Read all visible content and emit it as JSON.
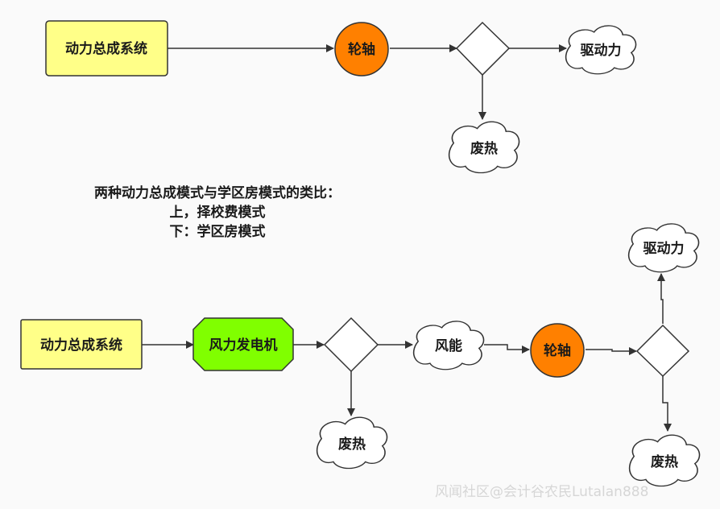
{
  "diagram": {
    "top": {
      "source": "动力总成系统",
      "axle": "轮轴",
      "output": "驱动力",
      "loss": "废热"
    },
    "note": {
      "line1": "两种动力总成模式与学区房模式的类比：",
      "line2": "上，择校费模式",
      "line3": "下：学区房模式"
    },
    "bottom": {
      "source": "动力总成系统",
      "generator": "风力发电机",
      "wind": "风能",
      "axle": "轮轴",
      "output": "驱动力",
      "loss1": "废热",
      "loss2": "废热"
    },
    "colors": {
      "source_fill": "#ffff88",
      "axle_fill": "#ff8000",
      "generator_fill": "#80ff00",
      "line": "#333333"
    }
  },
  "watermark": "风闻社区@会计谷农民Lutalan888"
}
